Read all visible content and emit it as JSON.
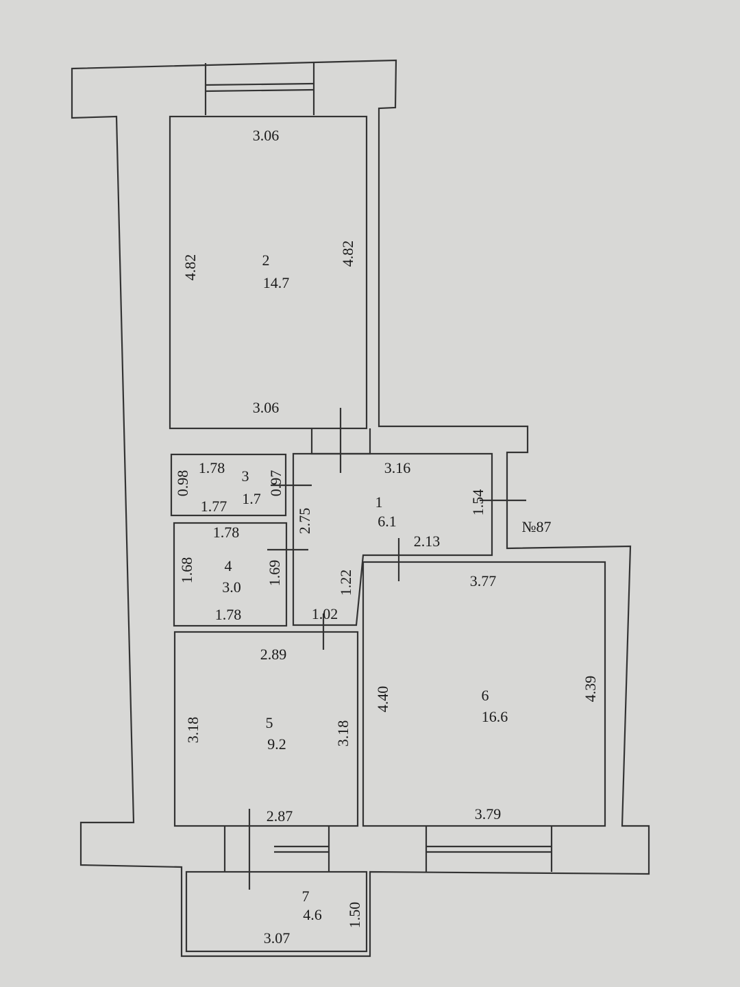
{
  "apartment_number": "№87",
  "rooms": [
    {
      "id": "1",
      "area": "6.1",
      "dims": [
        "3.16",
        "2.75",
        "1.54",
        "2.13",
        "1.22",
        "1.02"
      ]
    },
    {
      "id": "2",
      "area": "14.7",
      "dims": [
        "3.06",
        "4.82",
        "4.82",
        "3.06"
      ]
    },
    {
      "id": "3",
      "area": "1.7",
      "dims": [
        "1.78",
        "0.98",
        "0.97",
        "1.77"
      ]
    },
    {
      "id": "4",
      "area": "3.0",
      "dims": [
        "1.78",
        "1.68",
        "1.69",
        "1.78"
      ]
    },
    {
      "id": "5",
      "area": "9.2",
      "dims": [
        "2.89",
        "3.18",
        "3.18",
        "2.87"
      ]
    },
    {
      "id": "6",
      "area": "16.6",
      "dims": [
        "3.77",
        "4.40",
        "4.39",
        "3.79"
      ]
    },
    {
      "id": "7",
      "area": "4.6",
      "dims": [
        "1.50",
        "3.07"
      ]
    }
  ]
}
